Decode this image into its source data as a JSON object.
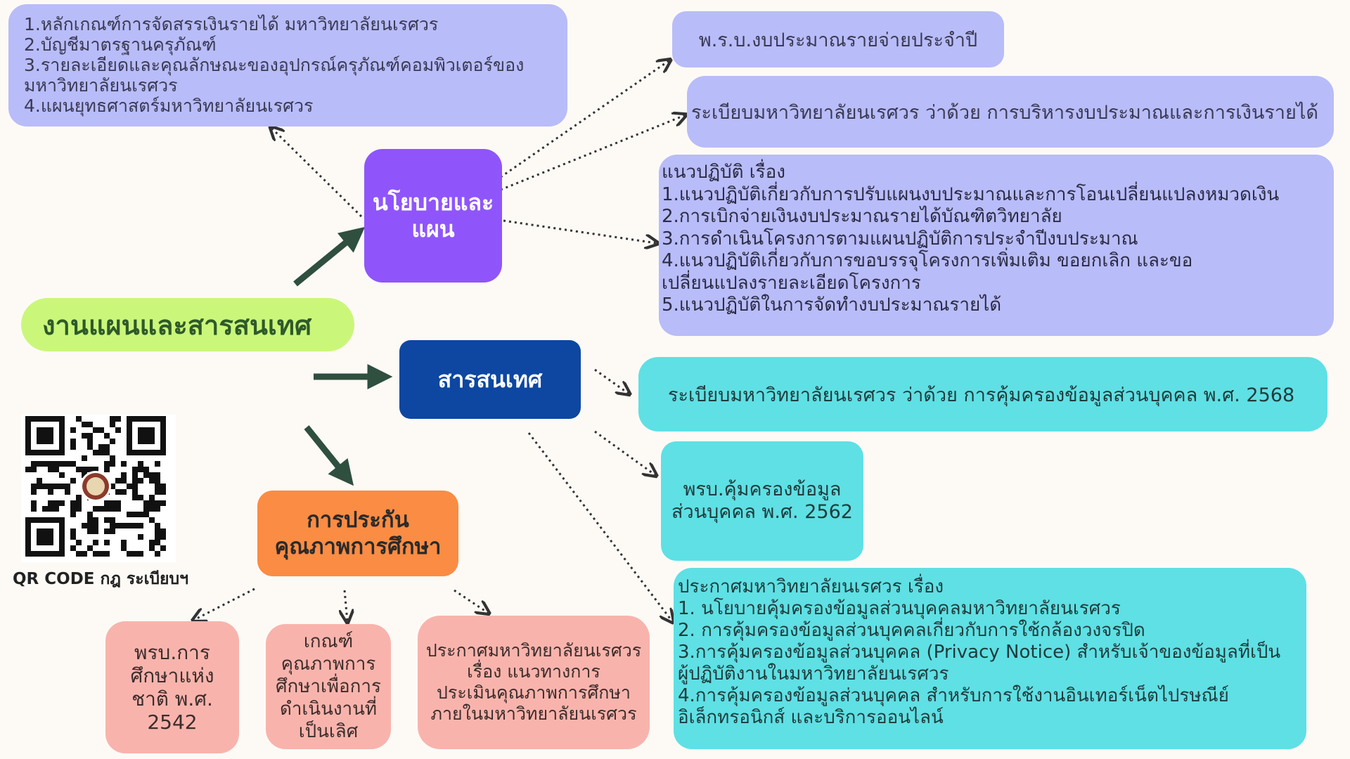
{
  "title": "งานแผนและสารสนเทศ",
  "nodes": {
    "policy": {
      "line1": "นโยบายและ",
      "line2": "แผน"
    },
    "it": "สารสนเทศ",
    "qa": {
      "line1": "การประกัน",
      "line2": "คุณภาพการศึกษา"
    }
  },
  "policy_docs": [
    "1.หลักเกณฑ์การจัดสรรเงินรายได้ มหาวิทยาลัยนเรศวร",
    "2.บัญชีมาตรฐานครุภัณฑ์",
    "3.รายละเอียดและคุณลักษณะของอุปกรณ์ครุภัณฑ์คอมพิวเตอร์ของ",
    "มหาวิทยาลัยนเรศวร",
    "4.แผนยุทธศาสตร์มหาวิทยาลัยนเรศวร"
  ],
  "budget_act": "พ.ร.บ.งบประมาณรายจ่ายประจำปี",
  "budget_reg": "ระเบียบมหาวิทยาลัยนเรศวร ว่าด้วย การบริหารงบประมาณและการเงินรายได้",
  "practice": [
    "แนวปฏิบัติ เรื่อง",
    "1.แนวปฏิบัติเกี่ยวกับการปรับแผนงบประมาณและการโอนเปลี่ยนแปลงหมวดเงิน",
    "2.การเบิกจ่ายเงินงบประมาณรายได้บัณฑิตวิทยาลัย",
    "3.การดำเนินโครงการตามแผนปฏิบัติการประจำปีงบประมาณ",
    "4.แนวปฏิบัติเกี่ยวกับการขอบรรจุโครงการเพิ่มเติม ขอยกเลิก และขอ",
    "เปลี่ยนแปลงรายละเอียดโครงการ",
    "5.แนวปฏิบัติในการจัดทำงบประมาณรายได้"
  ],
  "pdpa_reg": "ระเบียบมหาวิทยาลัยนเรศวร ว่าด้วย การคุ้มครองข้อมูลส่วนบุคคล พ.ศ. 2568",
  "pdpa_act": {
    "line1": "พรบ.คุ้มครองข้อมูล",
    "line2": "ส่วนบุคคล พ.ศ. 2562"
  },
  "pdpa_notice": [
    "ประกาศมหาวิทยาลัยนเรศวร เรื่อง",
    "1. นโยบายคุ้มครองข้อมูลส่วนบุคคลมหาวิทยาลัยนเรศวร",
    "2. การคุ้มครองข้อมูลส่วนบุคคลเกี่ยวกับการใช้กล้องวงจรปิด",
    "3.การคุ้มครองข้อมูลส่วนบุคคล (Privacy Notice) สำหรับเจ้าของข้อมูลที่เป็น",
    "ผู้ปฏิบัติงานในมหาวิทยาลัยนเรศวร",
    "4.การคุ้มครองข้อมูลส่วนบุคคล สำหรับการใช้งานอินเทอร์เน็ตไปรษณีย์",
    "อิเล็กทรอนิกส์ และบริการออนไลน์"
  ],
  "edu_act": [
    "พรบ.การ",
    "ศึกษาแห่ง",
    "ชาติ พ.ศ.",
    "2542"
  ],
  "edu_criteria": [
    "เกณฑ์",
    "คุณภาพการ",
    "ศึกษาเพื่อการ",
    "ดำเนินงานที่",
    "เป็นเลิศ"
  ],
  "edu_announce": [
    "ประกาศมหาวิทยาลัยนเรศวร เรื่อง แนวทางการ",
    "ประเมินคุณภาพการศึกษา",
    "ภายในมหาวิทยาลัยนเรศวร"
  ],
  "qr_caption": "QR CODE กฎ ระเบียบฯ",
  "colors": {
    "lavender": "#b8bcf8",
    "purple": "#8f55fb",
    "navy": "#0d47a1",
    "orange": "#fb8c43",
    "cyan": "#5fe0e4",
    "pink": "#f8b4ac",
    "lime": "#caf77a",
    "arrow": "#2f4f3f"
  }
}
